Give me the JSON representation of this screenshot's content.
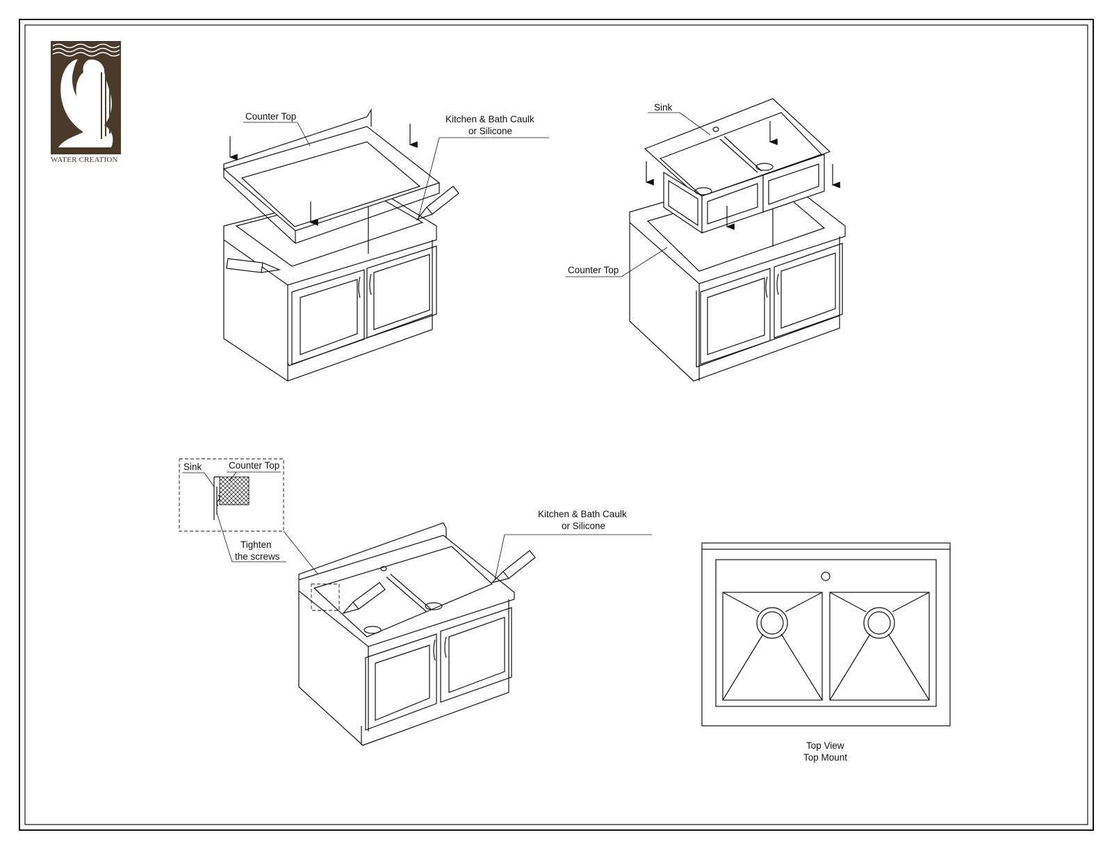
{
  "brand": {
    "name": "WATER CREATION",
    "logo_color": "#4a3a2a"
  },
  "steps": {
    "step1": {
      "counter_top_label": "Counter Top",
      "caulk_line1": "Kitchen & Bath Caulk",
      "caulk_line2": "or Silicone"
    },
    "step2": {
      "sink_label": "Sink",
      "counter_top_label": "Counter Top"
    },
    "step3": {
      "detail_sink_label": "Sink",
      "detail_counter_top_label": "Counter Top",
      "tighten_line1": "Tighten",
      "tighten_line2": "the screws",
      "caulk_line1": "Kitchen & Bath Caulk",
      "caulk_line2": "or Silicone"
    },
    "top_view": {
      "line1": "Top View",
      "line2": "Top Mount"
    }
  }
}
